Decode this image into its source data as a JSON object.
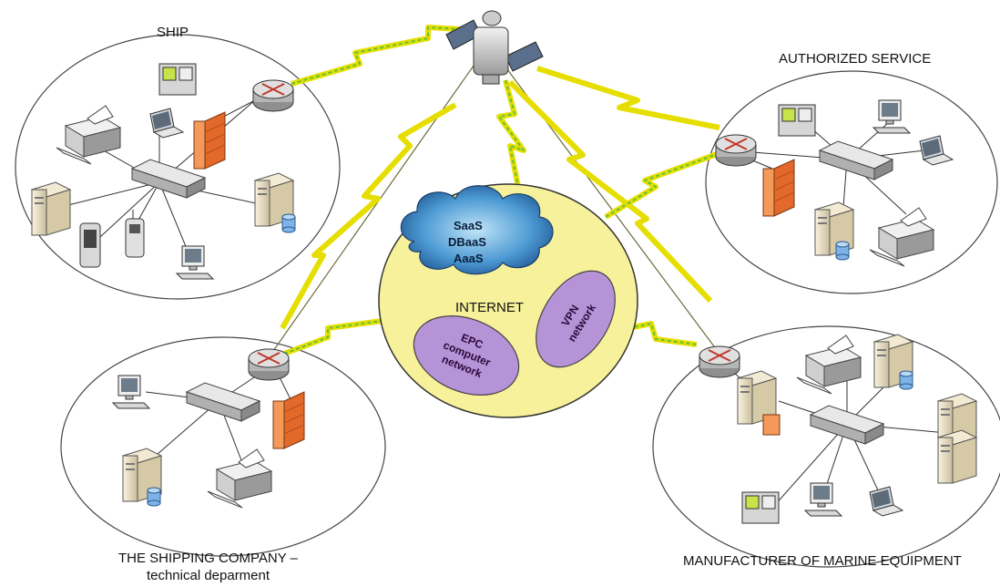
{
  "labels": {
    "ship": "SHIP",
    "authorized_service": "AUTHORIZED SERVICE",
    "shipping_company_line1": "THE SHIPPING COMPANY –",
    "shipping_company_line2": "technical deparment",
    "manufacturer": "MANUFACTURER OF MARINE EQUIPMENT",
    "internet": "INTERNET"
  },
  "cloud_services": [
    "SaaS",
    "DBaaS",
    "AaaS"
  ],
  "epc": [
    "EPC",
    "computer",
    "network"
  ],
  "vpn": [
    "VPN",
    "network"
  ],
  "colors": {
    "internet_fill": "#f6f19a",
    "purple": "#b692d6",
    "cloud": "#2d74b3",
    "firewall": "#f07a2a",
    "bolt_yellow": "#f4ec00",
    "bolt_green": "#66c93a",
    "router": "#c9c9c9"
  }
}
